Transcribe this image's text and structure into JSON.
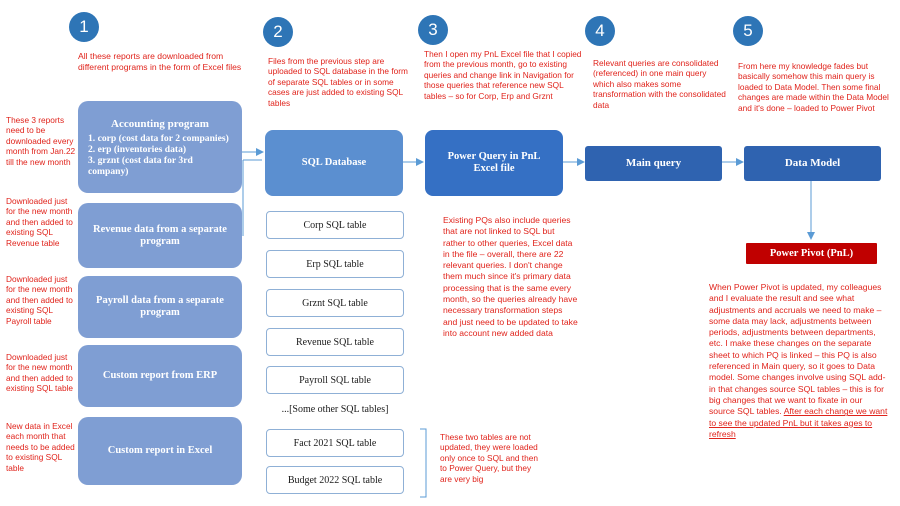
{
  "steps": [
    {
      "number": "1"
    },
    {
      "number": "2"
    },
    {
      "number": "3"
    },
    {
      "number": "4"
    },
    {
      "number": "5"
    }
  ],
  "notes": {
    "step1": "All these reports are downloaded from different programs in the form of Excel files",
    "step2": "Files from the previous step are uploaded to SQL database in the form of separate SQL tables or in some cases are just added to existing SQL tables",
    "step3": "Then I open my PnL Excel file that I copied from the previous month, go to existing queries and change link in Navigation for those queries that reference new SQL tables – so for Corp, Erp and Grznt",
    "step4": "Relevant queries are consolidated (referenced) in one main query which also makes some transformation with the consolidated data",
    "step5": "From here my knowledge fades but basically somehow this main query is loaded to Data Model. Then some final changes are made within the Data Model and it's done – loaded to Power Pivot",
    "left_accounting": "These 3 reports need to be downloaded every month from Jan.22 till the new month",
    "left_revenue": "Downloaded just for the new month and then added to existing SQL Revenue table",
    "left_payroll": "Downloaded just for the new month and then added to existing SQL Payroll table",
    "left_erp": "Downloaded just for the new month and then added to existing SQL table",
    "left_excel": "New data in Excel each month that needs to be added to existing SQL table",
    "existing_pqs": "Existing PQs also include queries that are not linked to SQL but rather to other queries, Excel data in the file – overall, there are 22 relevant queries. I don't change them much since it's primary data processing that is the same every month, so the queries already have necessary transformation steps and  just need to be updated to take into account new added data",
    "two_tables": "These two tables are not updated, they were loaded only once to SQL and then to Power Query, but they are very big",
    "power_pivot_main": "When Power Pivot is updated, my colleagues and I evaluate the result and see what adjustments and accruals we need to make – some data may lack, adjustments between periods, adjustments between departments, etc. I make these changes on the separate sheet to which PQ is linked – this PQ is also referenced in Main query, so it goes to Data model. Some changes involve using SQL add-in that changes source SQL tables – this is for big changes that we want to fixate in our source SQL tables.",
    "power_pivot_underlined": "After each change we want to see the updated PnL but it takes ages to refresh"
  },
  "sources": {
    "accounting_title": "Accounting program",
    "accounting_items": [
      "1. corp (cost data for 2 companies)",
      "2. erp (inventories data)",
      "3. grznt (cost data for 3rd company)"
    ],
    "revenue": "Revenue data from a separate program",
    "payroll": "Payroll data from a separate program",
    "custom_erp": "Custom report from ERP",
    "custom_excel": "Custom report in Excel"
  },
  "flow": {
    "sql_database": "SQL Database",
    "power_query": "Power Query in PnL Excel file",
    "main_query": "Main query",
    "data_model": "Data Model",
    "power_pivot": "Power Pivot (PnL)"
  },
  "sql_tables": [
    "Corp SQL table",
    "Erp SQL table",
    "Grznt SQL table",
    "Revenue SQL table",
    "Payroll SQL table"
  ],
  "other_tables": "...[Some other SQL tables]",
  "static_tables": [
    "Fact 2021 SQL table",
    "Budget 2022 SQL table"
  ],
  "colors": {
    "number_circle": "#2e75b6",
    "light_box": "#7f9ed3",
    "dark_box": "#2f63b0",
    "note_text": "#e0231b",
    "power_pivot": "#c00000",
    "table_border": "#8fb0d6"
  }
}
